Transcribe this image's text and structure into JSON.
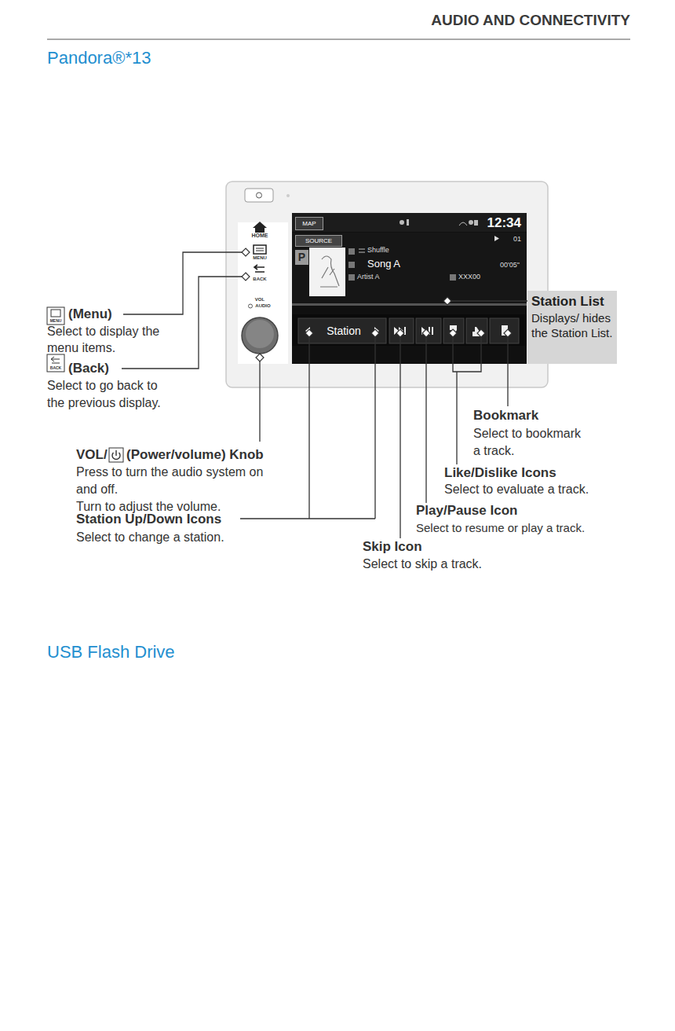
{
  "diagram": {
    "title": "Pandora®*13",
    "nodes": [
      {
        "text": [
          "MAP"
        ]
      },
      {
        "text": [
          "SOURCE"
        ]
      },
      {
        "text": [
          "P"
        ]
      },
      {
        "text": [
          "Station"
        ]
      },
      {
        "text": [
          "Station List",
          "Displays/ hides the Station List."
        ]
      }
    ],
    "labels": [
      "AUDIO AND CONNECTIVITY",
      "USB Flash Drive",
      "12:34",
      "Shuffle",
      "Song A",
      "Artist A",
      "XXX00",
      "00'05\"",
      "01",
      "HOME",
      "MENU",
      "BACK",
      "VOL",
      "AUDIO",
      "MENU",
      "BACK",
      "(Menu)",
      "Select to display the menu items.",
      "(Back)",
      "Select to go back to the previous display.",
      "VOL/",
      "(Power/volume) Knob",
      "Press to turn the audio system on and off.",
      "Turn to adjust the volume.",
      "Station Up/Down Icons",
      "Select to change a station.",
      "Skip Icon",
      "Select to skip a track.",
      "Play/Pause Icon",
      "Select to resume or play a track.",
      "Like/Dislike Icons",
      "Select to evaluate a track.",
      "Bookmark",
      "Select to bookmark a track."
    ]
  }
}
